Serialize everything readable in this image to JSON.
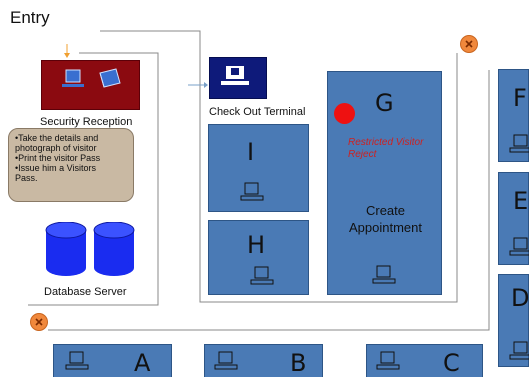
{
  "entry_label": "Entry",
  "security": {
    "label": "Security Reception",
    "notes": [
      "•Take the details and",
      " photograph of visitor",
      "•Print the visitor Pass",
      "•Issue him a Visitors",
      " Pass."
    ]
  },
  "database": {
    "label": "Database Server"
  },
  "checkout": {
    "label": "Check Out Terminal"
  },
  "room_g": {
    "letter": "G",
    "restricted": [
      "Restricted Visitor",
      "Reject"
    ],
    "create_line1": "Create",
    "create_line2": "Appointment"
  },
  "rooms": {
    "i": "I",
    "h": "H",
    "f": "F",
    "e": "E",
    "d": "D",
    "a": "A",
    "b": "B",
    "c": "C"
  },
  "colors": {
    "room_fill": "#4a7ab5",
    "security_fill": "#8b0a10",
    "checkout_fill": "#0e1a7a",
    "database": "#1a2cf0",
    "note_fill": "#c9b9a3",
    "marker_red": "#ee1111",
    "marker_orange": "#f0883c",
    "restricted_text": "#cc2222"
  },
  "icons": [
    "computer-terminal-icon",
    "x-circle-icon",
    "database-cylinder-icon",
    "red-dot-marker-icon",
    "down-arrow-icon",
    "right-arrow-icon"
  ]
}
